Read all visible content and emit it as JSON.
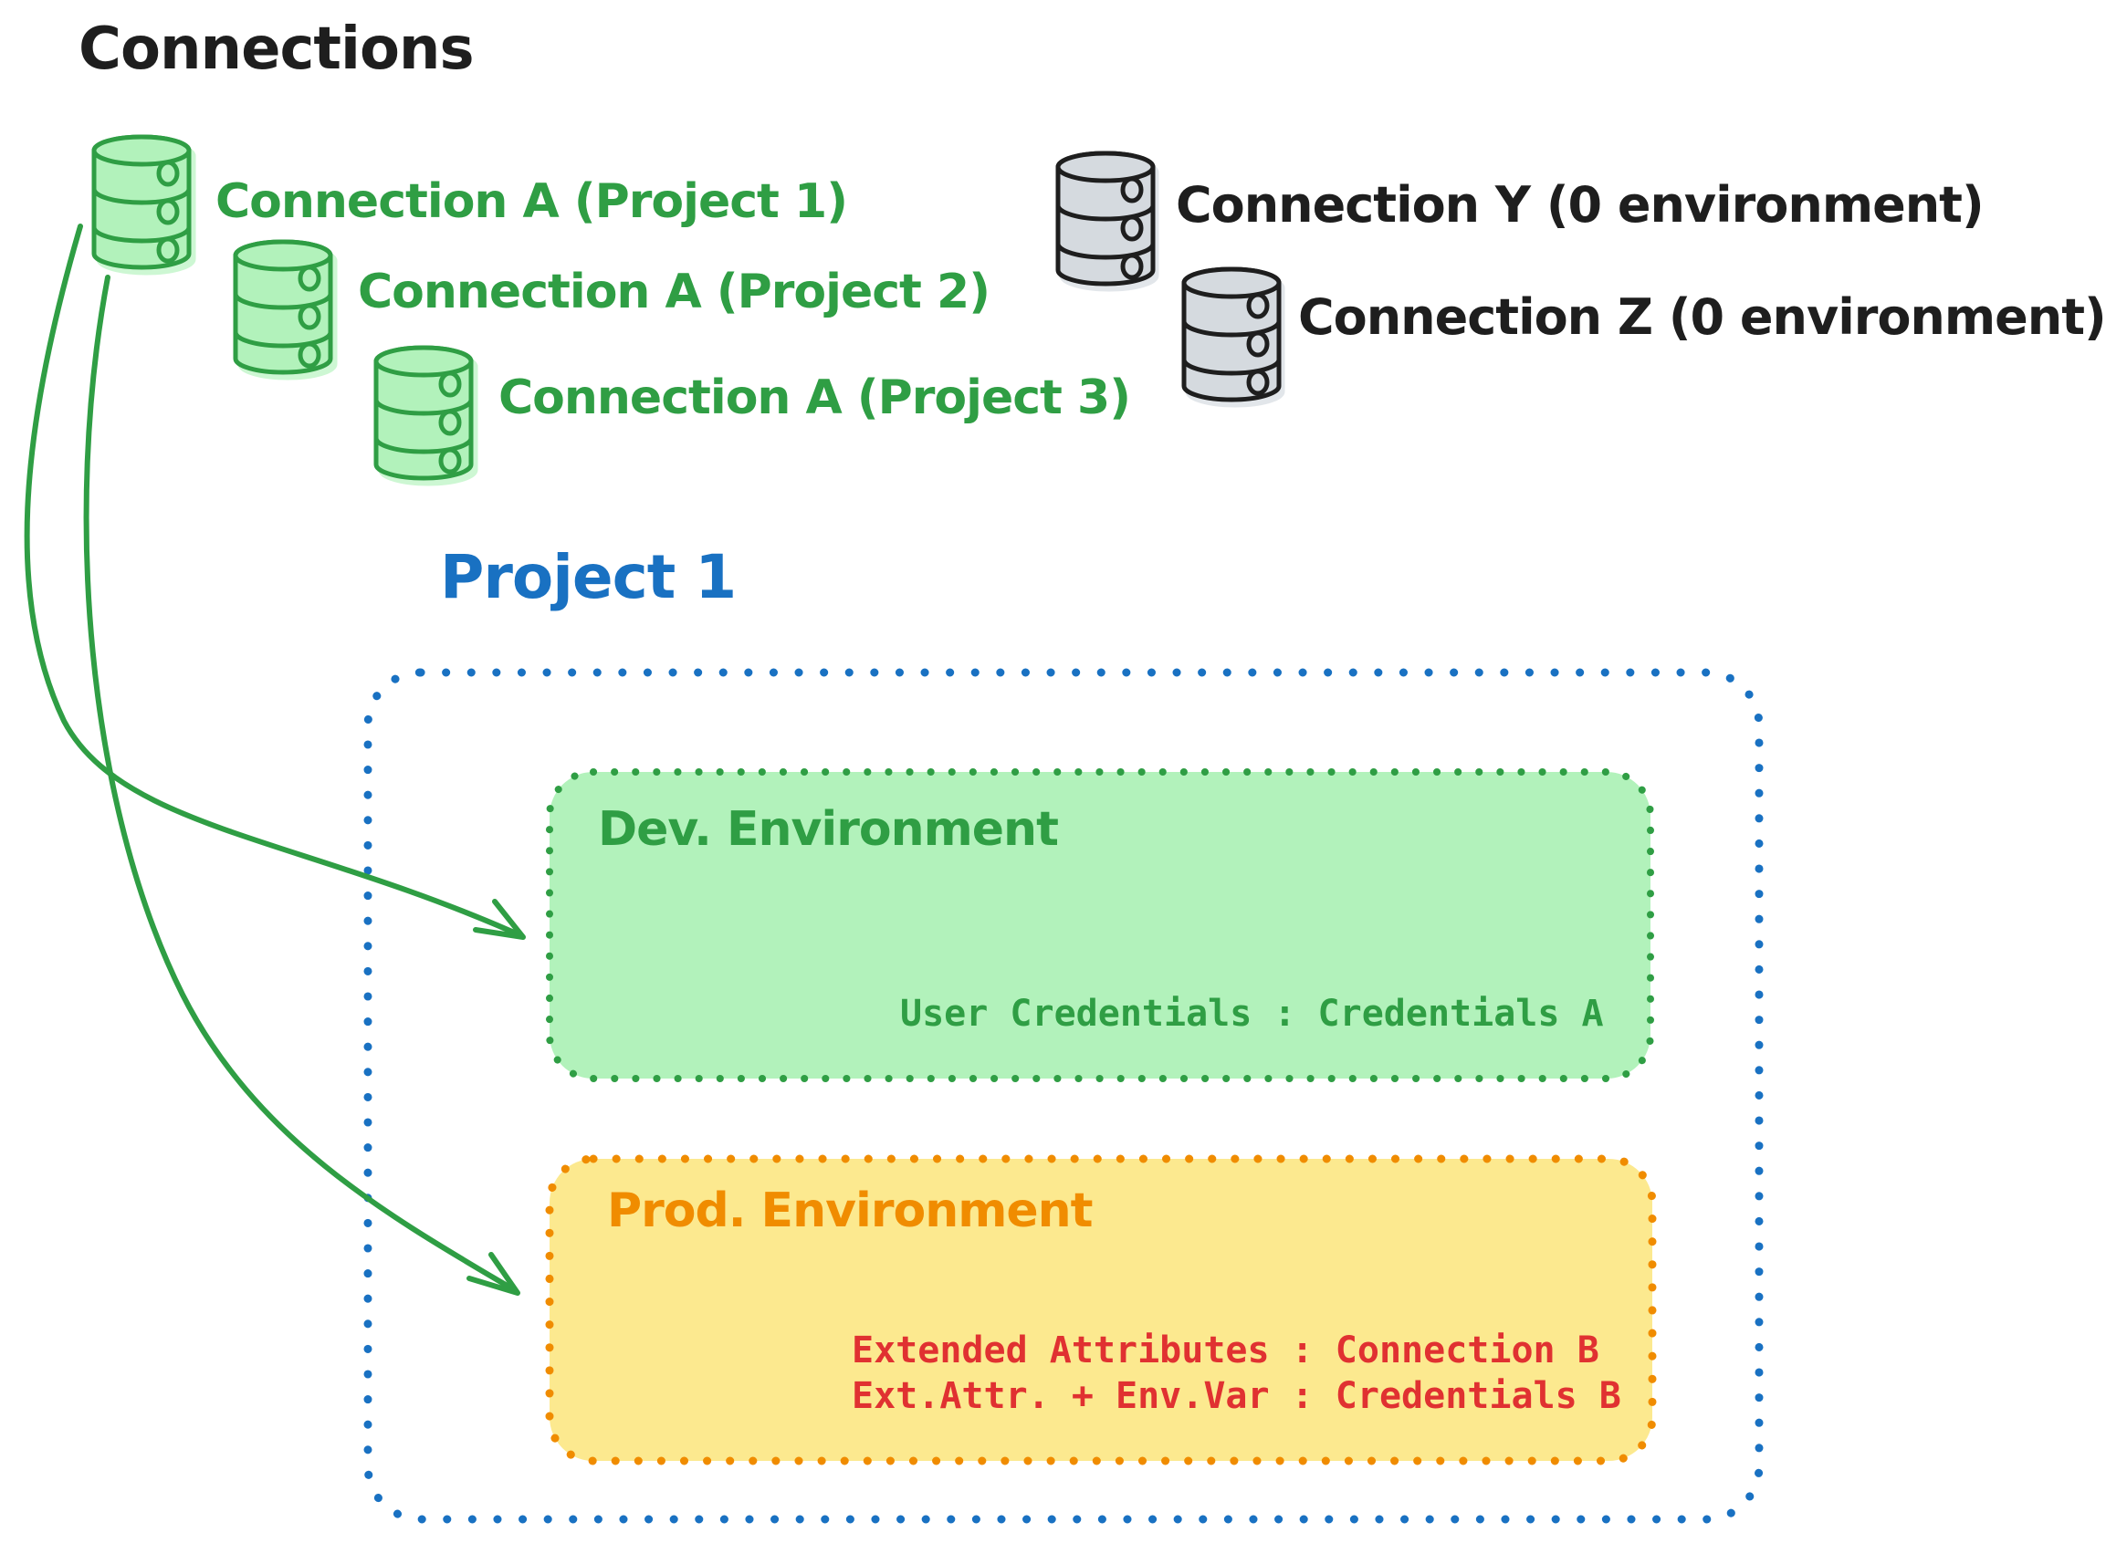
{
  "title": "Connections",
  "green_connections": [
    {
      "label": "Connection A (Project 1)"
    },
    {
      "label": "Connection A (Project 2)"
    },
    {
      "label": "Connection A (Project 3)"
    }
  ],
  "gray_connections": [
    {
      "label": "Connection Y (0 environment)"
    },
    {
      "label": "Connection Z (0 environment)"
    }
  ],
  "project": {
    "title": "Project 1",
    "dev_environment": {
      "label": "Dev. Environment",
      "credential_line": "User Credentials : Credentials A"
    },
    "prod_environment": {
      "label": "Prod. Environment",
      "lines": [
        "Extended Attributes : Connection B",
        "Ext.Attr. + Env.Var : Credentials B"
      ]
    }
  },
  "icons": {
    "green_database": "database-icon",
    "gray_database": "database-icon",
    "arrow": "curved-arrow-icon"
  },
  "colors": {
    "ink": "#1e1e1e",
    "green": "#2f9e44",
    "green_fill": "#b2f2bb",
    "blue": "#1971c2",
    "orange": "#f08c00",
    "yellow_fill": "#fce98f",
    "red": "#e03131",
    "gray_fill": "#d5dadf"
  }
}
